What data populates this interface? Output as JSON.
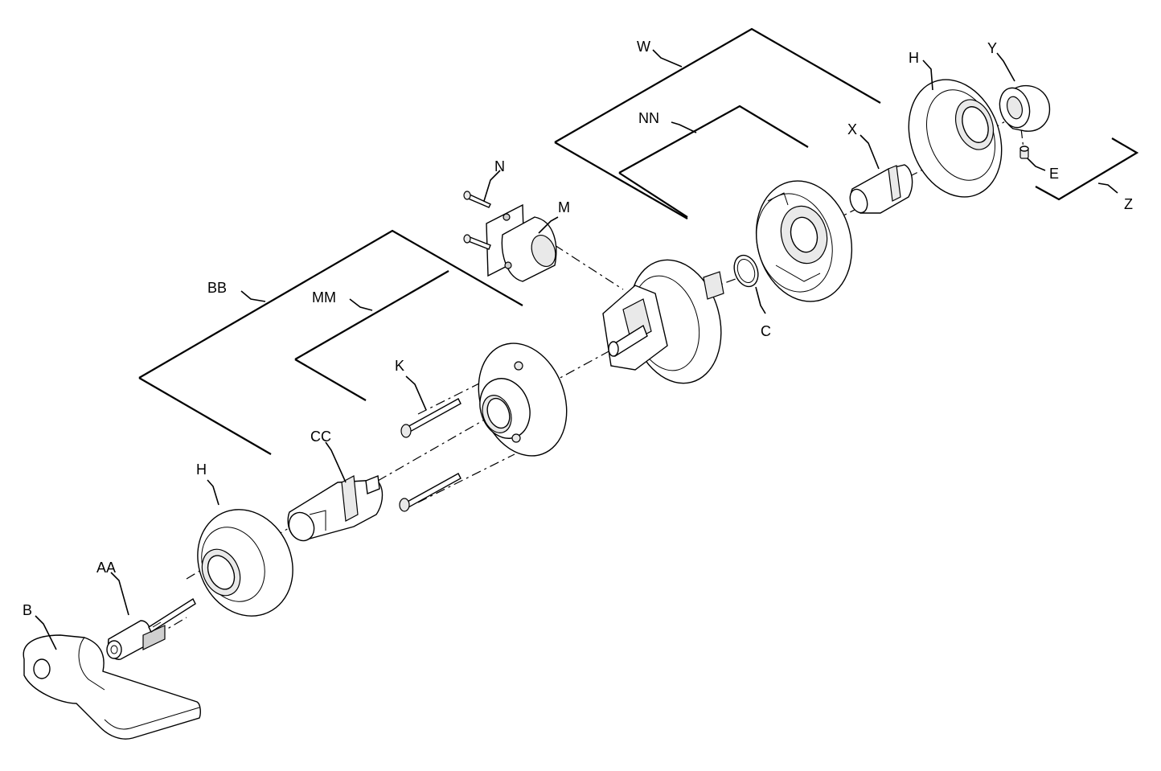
{
  "labels": {
    "w": "W",
    "nn": "NN",
    "h_rear": "H",
    "y": "Y",
    "x": "X",
    "e": "E",
    "z": "Z",
    "n": "N",
    "m": "M",
    "bb": "BB",
    "mm": "MM",
    "c": "C",
    "k": "K",
    "cc": "CC",
    "h_front": "H",
    "aa": "AA",
    "b": "B"
  }
}
